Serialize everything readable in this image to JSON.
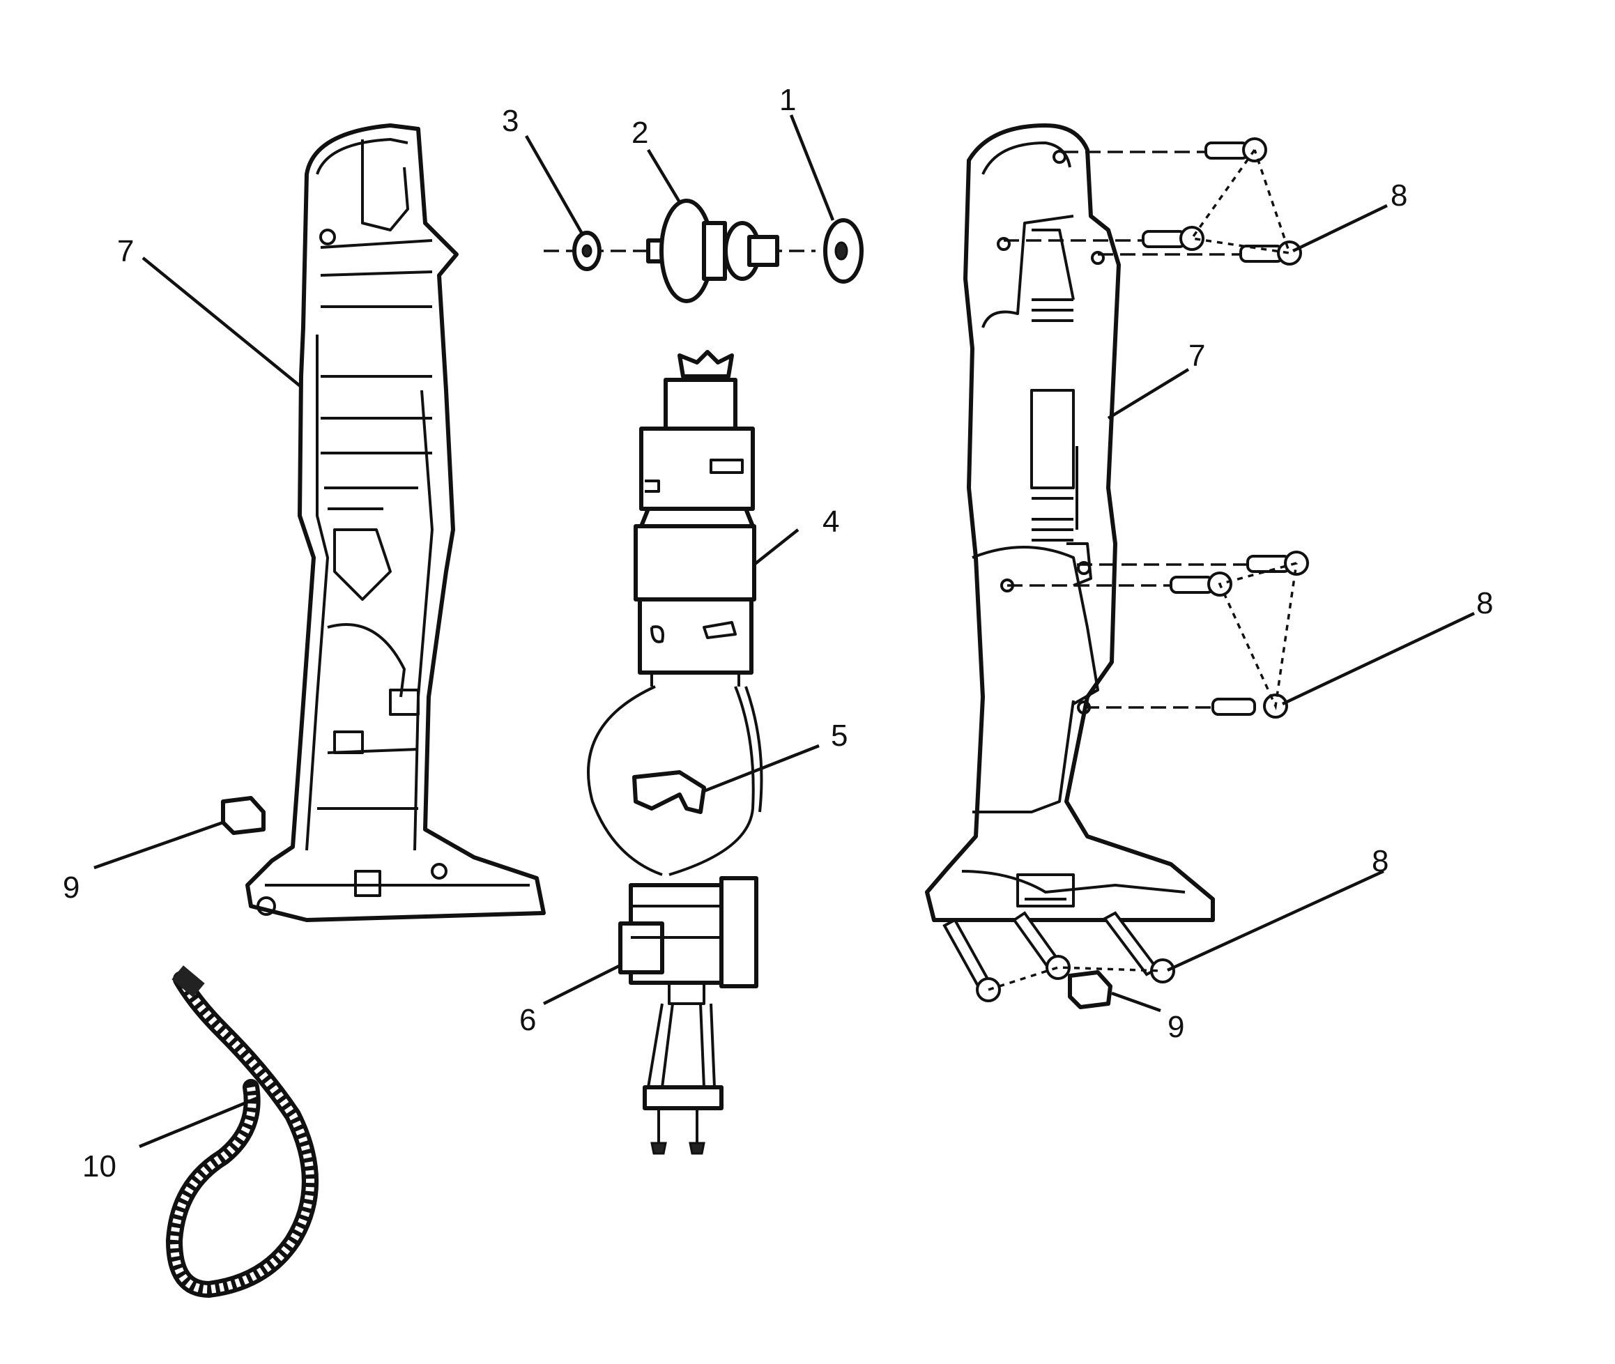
{
  "callouts": [
    {
      "id": "c1",
      "label": "1"
    },
    {
      "id": "c2",
      "label": "2"
    },
    {
      "id": "c3",
      "label": "3"
    },
    {
      "id": "c4",
      "label": "4"
    },
    {
      "id": "c5",
      "label": "5"
    },
    {
      "id": "c6",
      "label": "6"
    },
    {
      "id": "c7a",
      "label": "7"
    },
    {
      "id": "c7b",
      "label": "7"
    },
    {
      "id": "c8a",
      "label": "8"
    },
    {
      "id": "c8b",
      "label": "8"
    },
    {
      "id": "c8c",
      "label": "8"
    },
    {
      "id": "c9a",
      "label": "9"
    },
    {
      "id": "c9b",
      "label": "9"
    },
    {
      "id": "c10",
      "label": "10"
    }
  ]
}
